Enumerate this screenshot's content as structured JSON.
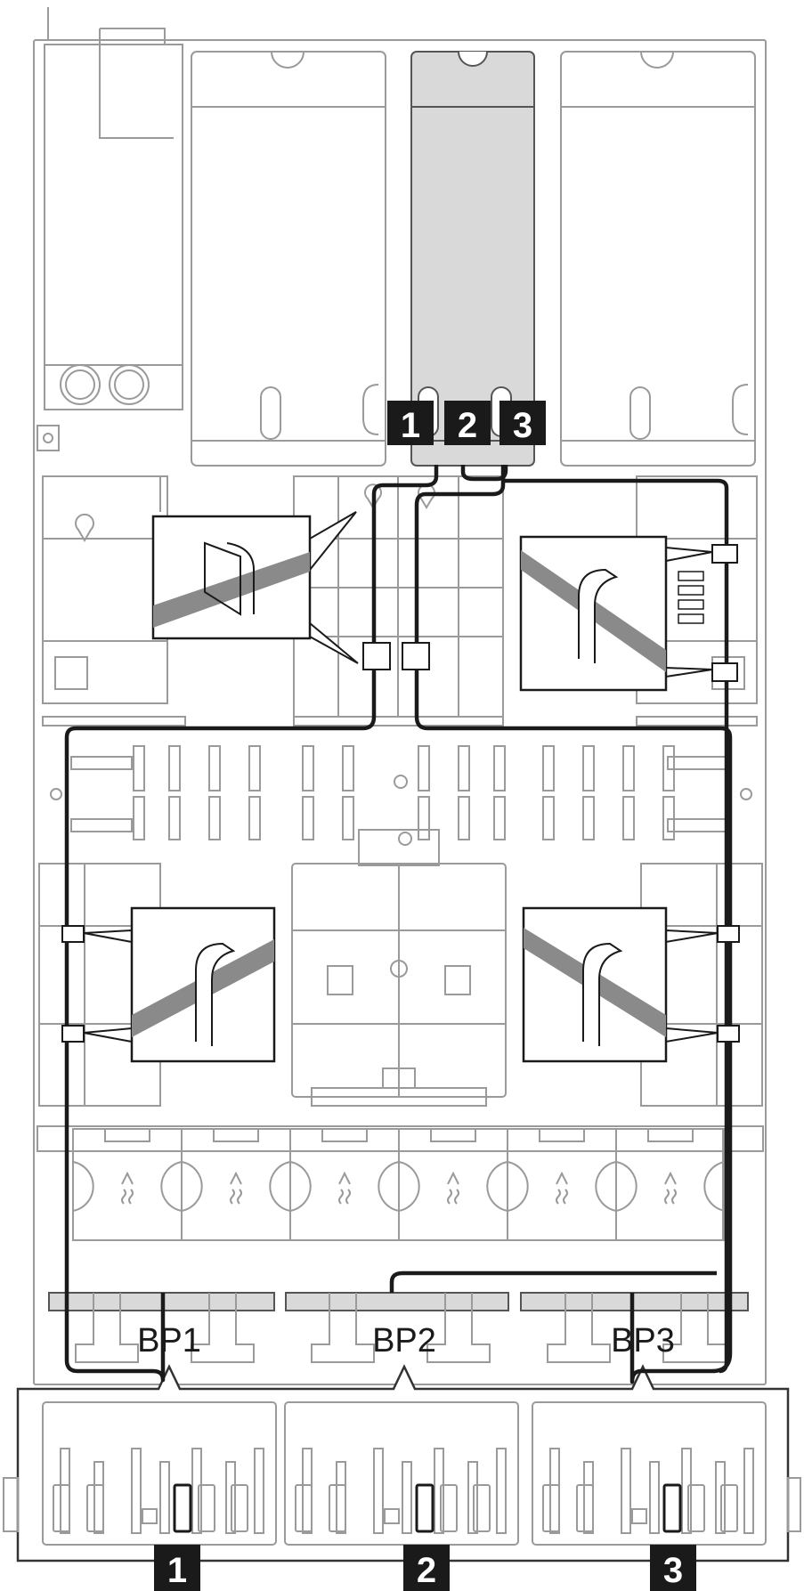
{
  "diagram": {
    "callouts_top": [
      "1",
      "2",
      "3"
    ],
    "backplane_labels": [
      "BP1",
      "BP2",
      "BP3"
    ],
    "callouts_bottom": [
      "1",
      "2",
      "3"
    ]
  },
  "colors": {
    "outline": "#9a9a9a",
    "cable": "#1a1a1a",
    "callout_bg": "#1a1a1a",
    "adapter_fill": "#d9d9d9",
    "strap": "#8a8a8a"
  }
}
